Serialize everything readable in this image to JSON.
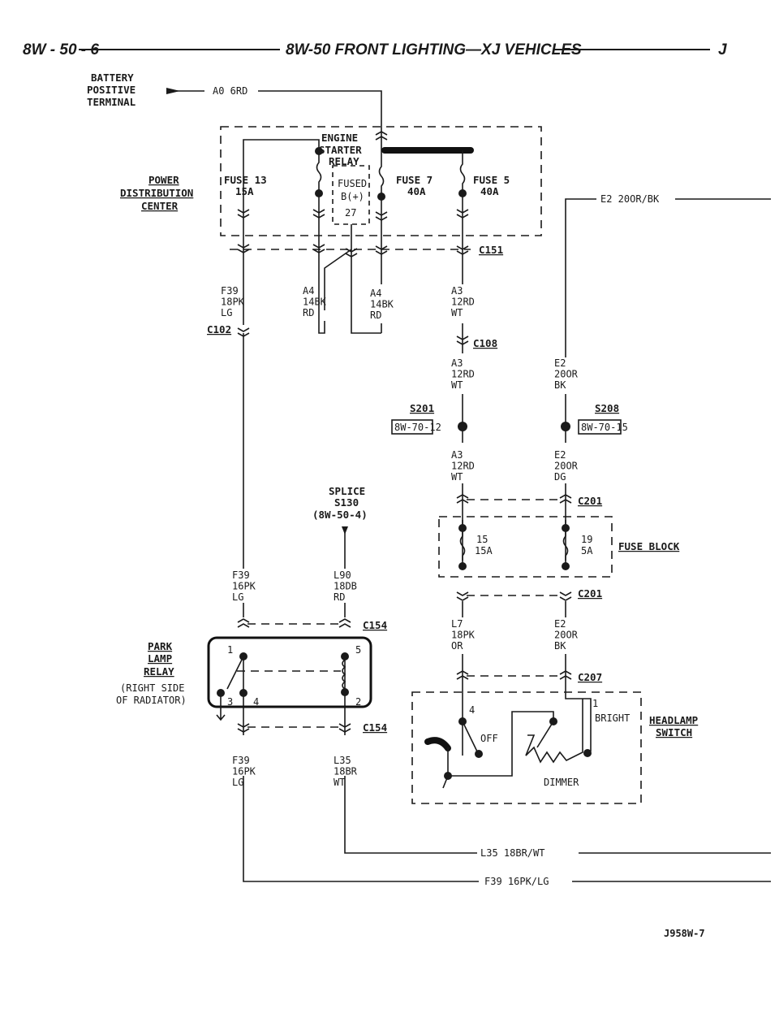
{
  "header": {
    "page_number": "8W - 50 - 6",
    "title": "8W-50 FRONT LIGHTING—XJ VEHICLES",
    "section_letter": "J"
  },
  "battery": {
    "line1": "BATTERY",
    "line2": "POSITIVE",
    "line3": "TERMINAL",
    "wire": "A0 6RD"
  },
  "pdc": {
    "line1": "POWER",
    "line2": "DISTRIBUTION",
    "line3": "CENTER"
  },
  "relay": {
    "line1": "ENGINE",
    "line2": "STARTER",
    "line3": "RELAY"
  },
  "fused_b": {
    "line1": "FUSED",
    "line2": "B(+)",
    "line3": "27"
  },
  "fuses_pdc": [
    {
      "name": "FUSE 13",
      "rating": "15A"
    },
    {
      "name": "FUSE 7",
      "rating": "40A"
    },
    {
      "name": "FUSE 5",
      "rating": "40A"
    }
  ],
  "connectors": {
    "c151": "C151",
    "c102": "C102",
    "c108": "C108",
    "c201a": "C201",
    "c201b": "C201",
    "c154a": "C154",
    "c154b": "C154",
    "c207": "C207"
  },
  "wires": {
    "f39_18": [
      "F39",
      "18PK",
      "LG"
    ],
    "a4_left": [
      "A4",
      "14BK",
      "RD"
    ],
    "a4_right": [
      "A4",
      "14BK",
      "RD"
    ],
    "a3_top": [
      "A3",
      "12RD",
      "WT"
    ],
    "a3_mid": [
      "A3",
      "12RD",
      "WT"
    ],
    "a3_low": [
      "A3",
      "12RD",
      "WT"
    ],
    "e2_mid": [
      "E2",
      "20OR",
      "BK"
    ],
    "e2_low": [
      "E2",
      "20OR",
      "DG"
    ],
    "f39_16a": [
      "F39",
      "16PK",
      "LG"
    ],
    "l90": [
      "L90",
      "18DB",
      "RD"
    ],
    "l7": [
      "L7",
      "18PK",
      "OR"
    ],
    "e2_bot": [
      "E2",
      "20OR",
      "BK"
    ],
    "f39_16b": [
      "F39",
      "16PK",
      "LG"
    ],
    "l35": [
      "L35",
      "18BR",
      "WT"
    ],
    "e2_out": "E2 20OR/BK",
    "l35_out": "L35 18BR/WT",
    "f39_out": "F39 16PK/LG"
  },
  "splices": {
    "s201": "S201",
    "s201_ref": "8W-70-12",
    "s208": "S208",
    "s208_ref": "8W-70-15",
    "s130": [
      "SPLICE",
      "S130",
      "(8W-50-4)"
    ]
  },
  "fuse_block": {
    "label": "FUSE BLOCK",
    "fuses": [
      {
        "num": "15",
        "rating": "15A"
      },
      {
        "num": "19",
        "rating": "5A"
      }
    ]
  },
  "park_lamp_relay": {
    "label": [
      "PARK",
      "LAMP",
      "RELAY"
    ],
    "location": [
      "(RIGHT SIDE",
      "OF RADIATOR)"
    ],
    "pins": [
      "1",
      "5",
      "3",
      "4",
      "2"
    ]
  },
  "headlamp_switch": {
    "label": [
      "HEADLAMP",
      "SWITCH"
    ],
    "pin4": "4",
    "pin1": "1",
    "bright": "BRIGHT",
    "off": "OFF",
    "dimmer": "DIMMER"
  },
  "figure_id": "J958W-7"
}
